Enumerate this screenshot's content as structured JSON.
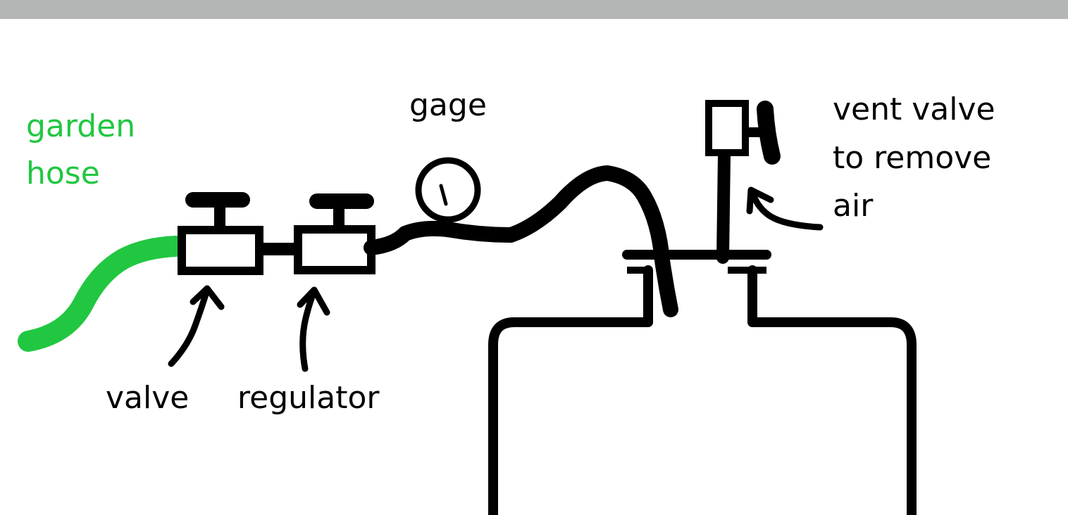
{
  "labels": {
    "garden_hose": [
      "garden",
      "hose"
    ],
    "gage": "gage",
    "vent_valve": [
      "vent valve",
      "to remove",
      "air"
    ],
    "valve": "valve",
    "regulator": "regulator"
  },
  "colors": {
    "ink": "#000000",
    "hose_green": "#21c741",
    "background": "#ffffff",
    "top_bar": "#b4b5b5"
  }
}
